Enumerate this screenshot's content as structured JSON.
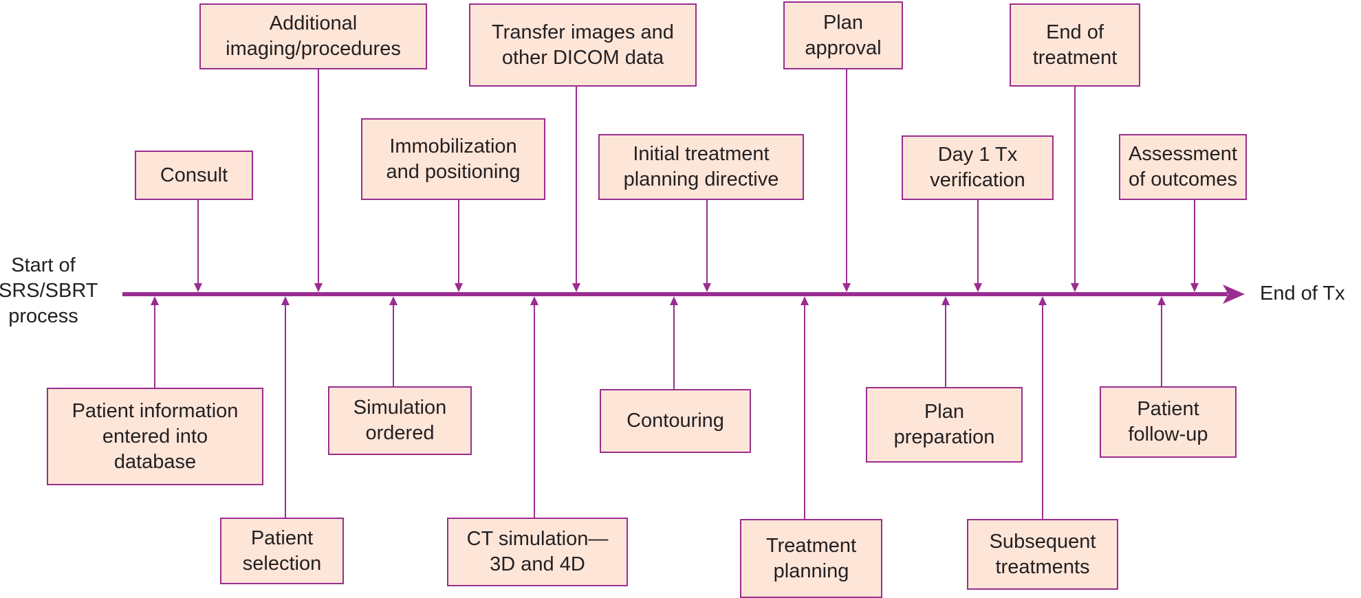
{
  "diagram": {
    "type": "process-timeline",
    "start_label": "Start of\nSRS/SBRT\nprocess",
    "end_label": "End of Tx",
    "colors": {
      "line": "#9a2d8f",
      "box_fill": "#fde5d8",
      "box_border": "#9a2d8f",
      "text": "#231f20"
    },
    "above_axis": [
      {
        "id": "consult",
        "label": "Consult"
      },
      {
        "id": "additional-imaging",
        "label": "Additional\nimaging/procedures"
      },
      {
        "id": "immobilization",
        "label": "Immobilization\nand positioning"
      },
      {
        "id": "transfer-images",
        "label": "Transfer images and\nother DICOM data"
      },
      {
        "id": "initial-directive",
        "label": "Initial treatment\nplanning directive"
      },
      {
        "id": "plan-approval",
        "label": "Plan\napproval"
      },
      {
        "id": "day1-verification",
        "label": "Day 1 Tx\nverification"
      },
      {
        "id": "end-of-treatment",
        "label": "End of\ntreatment"
      },
      {
        "id": "assessment",
        "label": "Assessment\nof outcomes"
      }
    ],
    "below_axis": [
      {
        "id": "patient-information",
        "label": "Patient information\nentered into\ndatabase"
      },
      {
        "id": "patient-selection",
        "label": "Patient\nselection"
      },
      {
        "id": "simulation-ordered",
        "label": "Simulation\nordered"
      },
      {
        "id": "ct-simulation",
        "label": "CT simulation—\n3D and 4D"
      },
      {
        "id": "contouring",
        "label": "Contouring"
      },
      {
        "id": "treatment-planning",
        "label": "Treatment\nplanning"
      },
      {
        "id": "plan-preparation",
        "label": "Plan\npreparation"
      },
      {
        "id": "subsequent-treatments",
        "label": "Subsequent\ntreatments"
      },
      {
        "id": "patient-follow-up",
        "label": "Patient\nfollow-up"
      }
    ]
  }
}
